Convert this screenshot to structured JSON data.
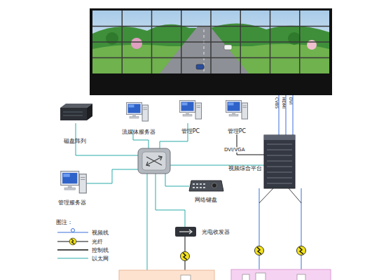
{
  "diagram": {
    "nodes": [
      {
        "text": [
          "磁盘阵列"
        ]
      },
      {
        "text": [
          "流媒体服务器"
        ]
      },
      {
        "text": [
          "管理PC"
        ]
      },
      {
        "text": [
          "管理PC"
        ]
      },
      {
        "text": [
          "视频综合平台"
        ]
      },
      {
        "text": [
          "管理服务器"
        ]
      },
      {
        "text": [
          "网络键盘"
        ]
      },
      {
        "text": [
          "光电收发器"
        ]
      }
    ],
    "edges": [
      {
        "from": 3,
        "to": 4,
        "label": "DVI/VGA",
        "arrow": "none"
      }
    ],
    "labels": [
      "CVBS",
      "HDMI",
      "DVI",
      "图注："
    ],
    "legend": [
      {
        "text": "视频线"
      },
      {
        "text": "光纤"
      },
      {
        "text": "控制线"
      },
      {
        "text": "以太网"
      }
    ]
  }
}
